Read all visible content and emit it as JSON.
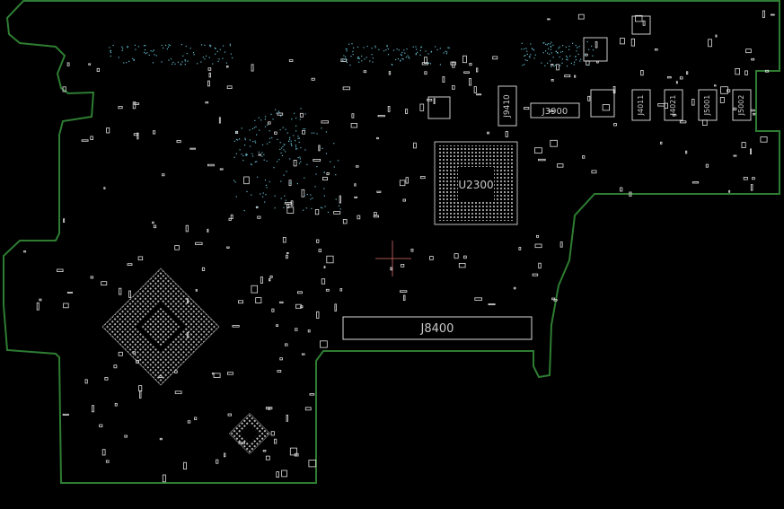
{
  "viewer": {
    "background": "#000000",
    "outline_color": "#2e7d32",
    "part_color": "#e0e0e0",
    "pad_color": "#5fb6c7"
  },
  "board": {
    "labels": {
      "j8400": "J8400",
      "u2300": "U2300",
      "j3900": "J3900",
      "j9410": "J9410",
      "j4011": "J4011",
      "j4021": "J4021",
      "j5001": "J5001",
      "j5002": "J5002"
    }
  }
}
